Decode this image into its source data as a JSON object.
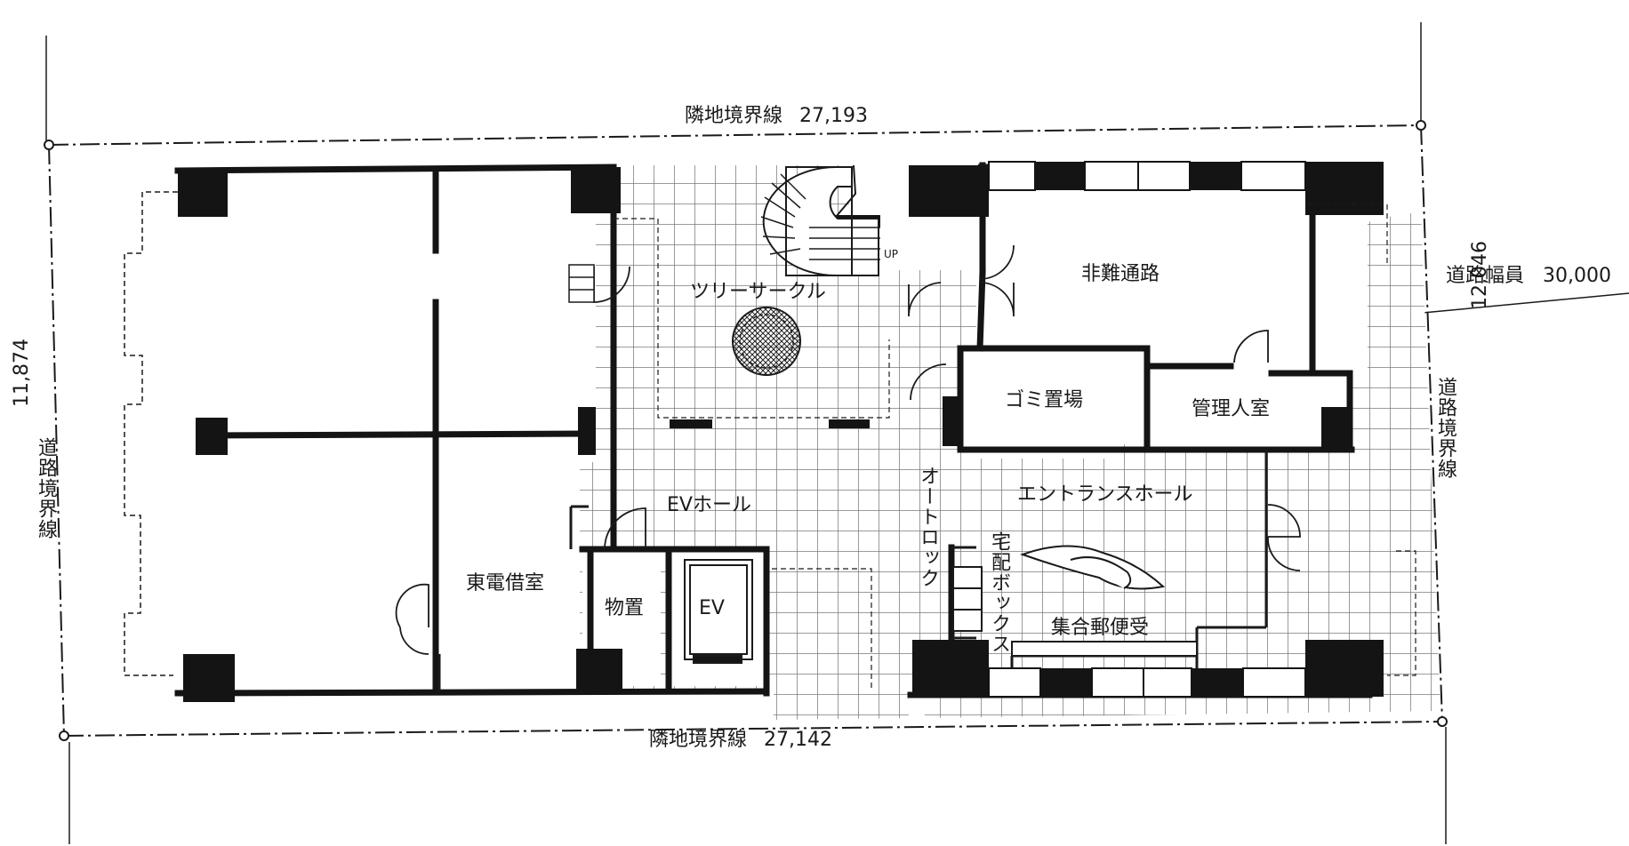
{
  "boundaries": {
    "north": {
      "label": "隣地境界線",
      "length": "27,193"
    },
    "south": {
      "label": "隣地境界線",
      "length": "27,142"
    },
    "west": {
      "label": "道路境界線",
      "length": "11,874"
    },
    "east": {
      "label": "道路境界線",
      "length": "12,046"
    }
  },
  "road": {
    "label": "道路幅員",
    "width": "30,000"
  },
  "rooms": {
    "tree_circle": "ツリーサークル",
    "evacuation_route": "非難通路",
    "garbage": "ゴミ置場",
    "manager": "管理人室",
    "entrance_hall": "エントランスホール",
    "ev_hall": "EVホール",
    "tepco_room": "東電借室",
    "storage": "物置",
    "ev": "EV",
    "auto_lock": "オートロック",
    "delivery_box": "宅配ボックス",
    "mailbox": "集合郵便受"
  },
  "stair_up": "UP",
  "colors": {
    "ink": "#1a1a1a",
    "tile": "#7a7a7a",
    "column": "#141414",
    "paper": "#ffffff"
  }
}
